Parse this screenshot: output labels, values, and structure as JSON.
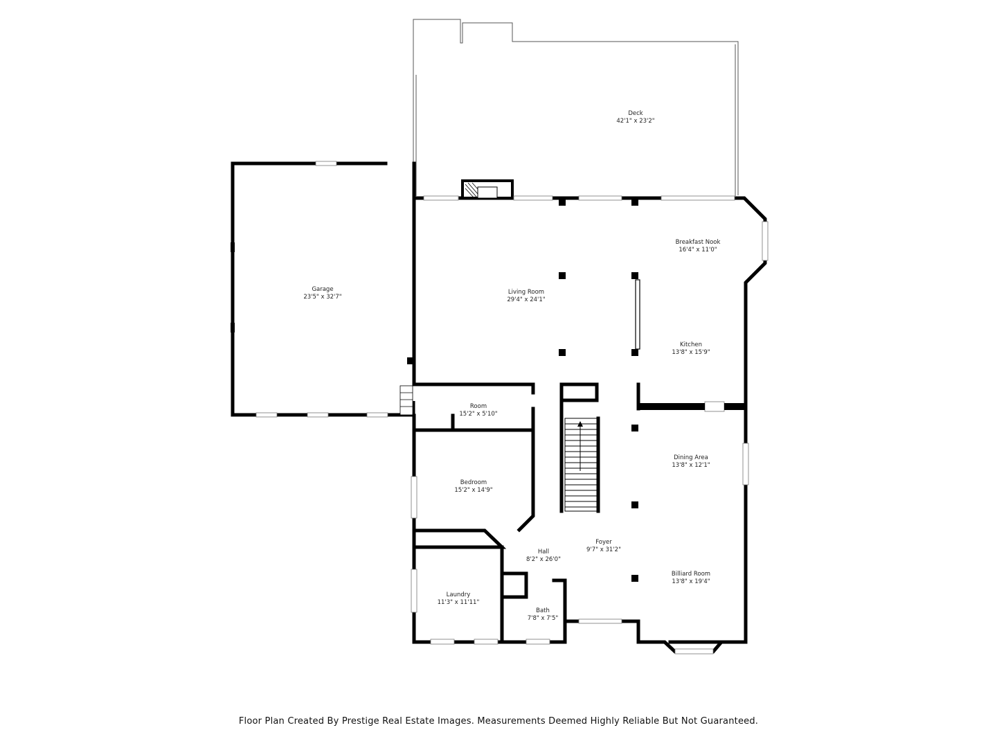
{
  "rooms": {
    "deck": {
      "name": "Deck",
      "dims": "42'1\" x 23'2\""
    },
    "garage": {
      "name": "Garage",
      "dims": "23'5\" x 32'7\""
    },
    "living_room": {
      "name": "Living Room",
      "dims": "29'4\" x 24'1\""
    },
    "breakfast_nook": {
      "name": "Breakfast Nook",
      "dims": "16'4\" x 11'0\""
    },
    "kitchen": {
      "name": "Kitchen",
      "dims": "13'8\" x 15'9\""
    },
    "room": {
      "name": "Room",
      "dims": "15'2\" x 5'10\""
    },
    "bedroom": {
      "name": "Bedroom",
      "dims": "15'2\" x 14'9\""
    },
    "dining_area": {
      "name": "Dining Area",
      "dims": "13'8\" x 12'1\""
    },
    "hall": {
      "name": "Hall",
      "dims": "8'2\" x 26'0\""
    },
    "foyer": {
      "name": "Foyer",
      "dims": "9'7\" x 31'2\""
    },
    "billiard_room": {
      "name": "Billiard Room",
      "dims": "13'8\" x 19'4\""
    },
    "laundry": {
      "name": "Laundry",
      "dims": "11'3\" x 11'11\""
    },
    "bath": {
      "name": "Bath",
      "dims": "7'8\" x 7'5\""
    }
  },
  "footer": "Floor Plan Created By Prestige Real Estate Images. Measurements Deemed Highly Reliable But Not Guaranteed."
}
